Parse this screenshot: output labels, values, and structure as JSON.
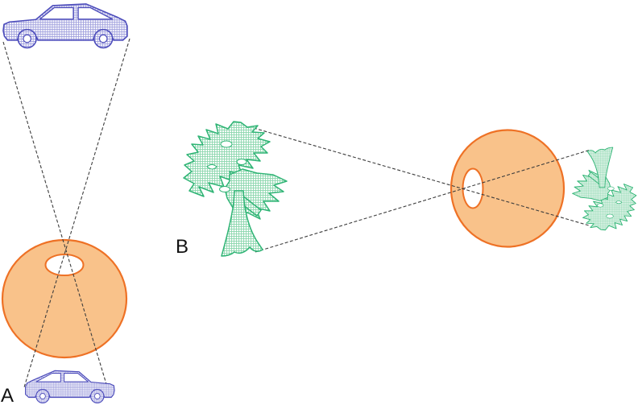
{
  "figure": {
    "background_color": "#ffffff",
    "panels": [
      {
        "label": "A",
        "icons": [
          "car-icon",
          "eye-icon",
          "inverted-car-icon"
        ],
        "ray_count": 2
      },
      {
        "label": "B",
        "icons": [
          "tree-icon",
          "eye-icon",
          "inverted-tree-icon"
        ],
        "ray_count": 2
      }
    ]
  },
  "colors": {
    "background": "#ffffff",
    "eye_fill": "#F9C28A",
    "eye_stroke": "#EE7125",
    "car_stroke": "#4C4CBB",
    "car_hatch": "#9C9CDC",
    "tree_stroke": "#2FB475",
    "tree_hatch": "#8AD6AD",
    "ray_color": "#3D3D3D",
    "label_color": "#111111"
  }
}
